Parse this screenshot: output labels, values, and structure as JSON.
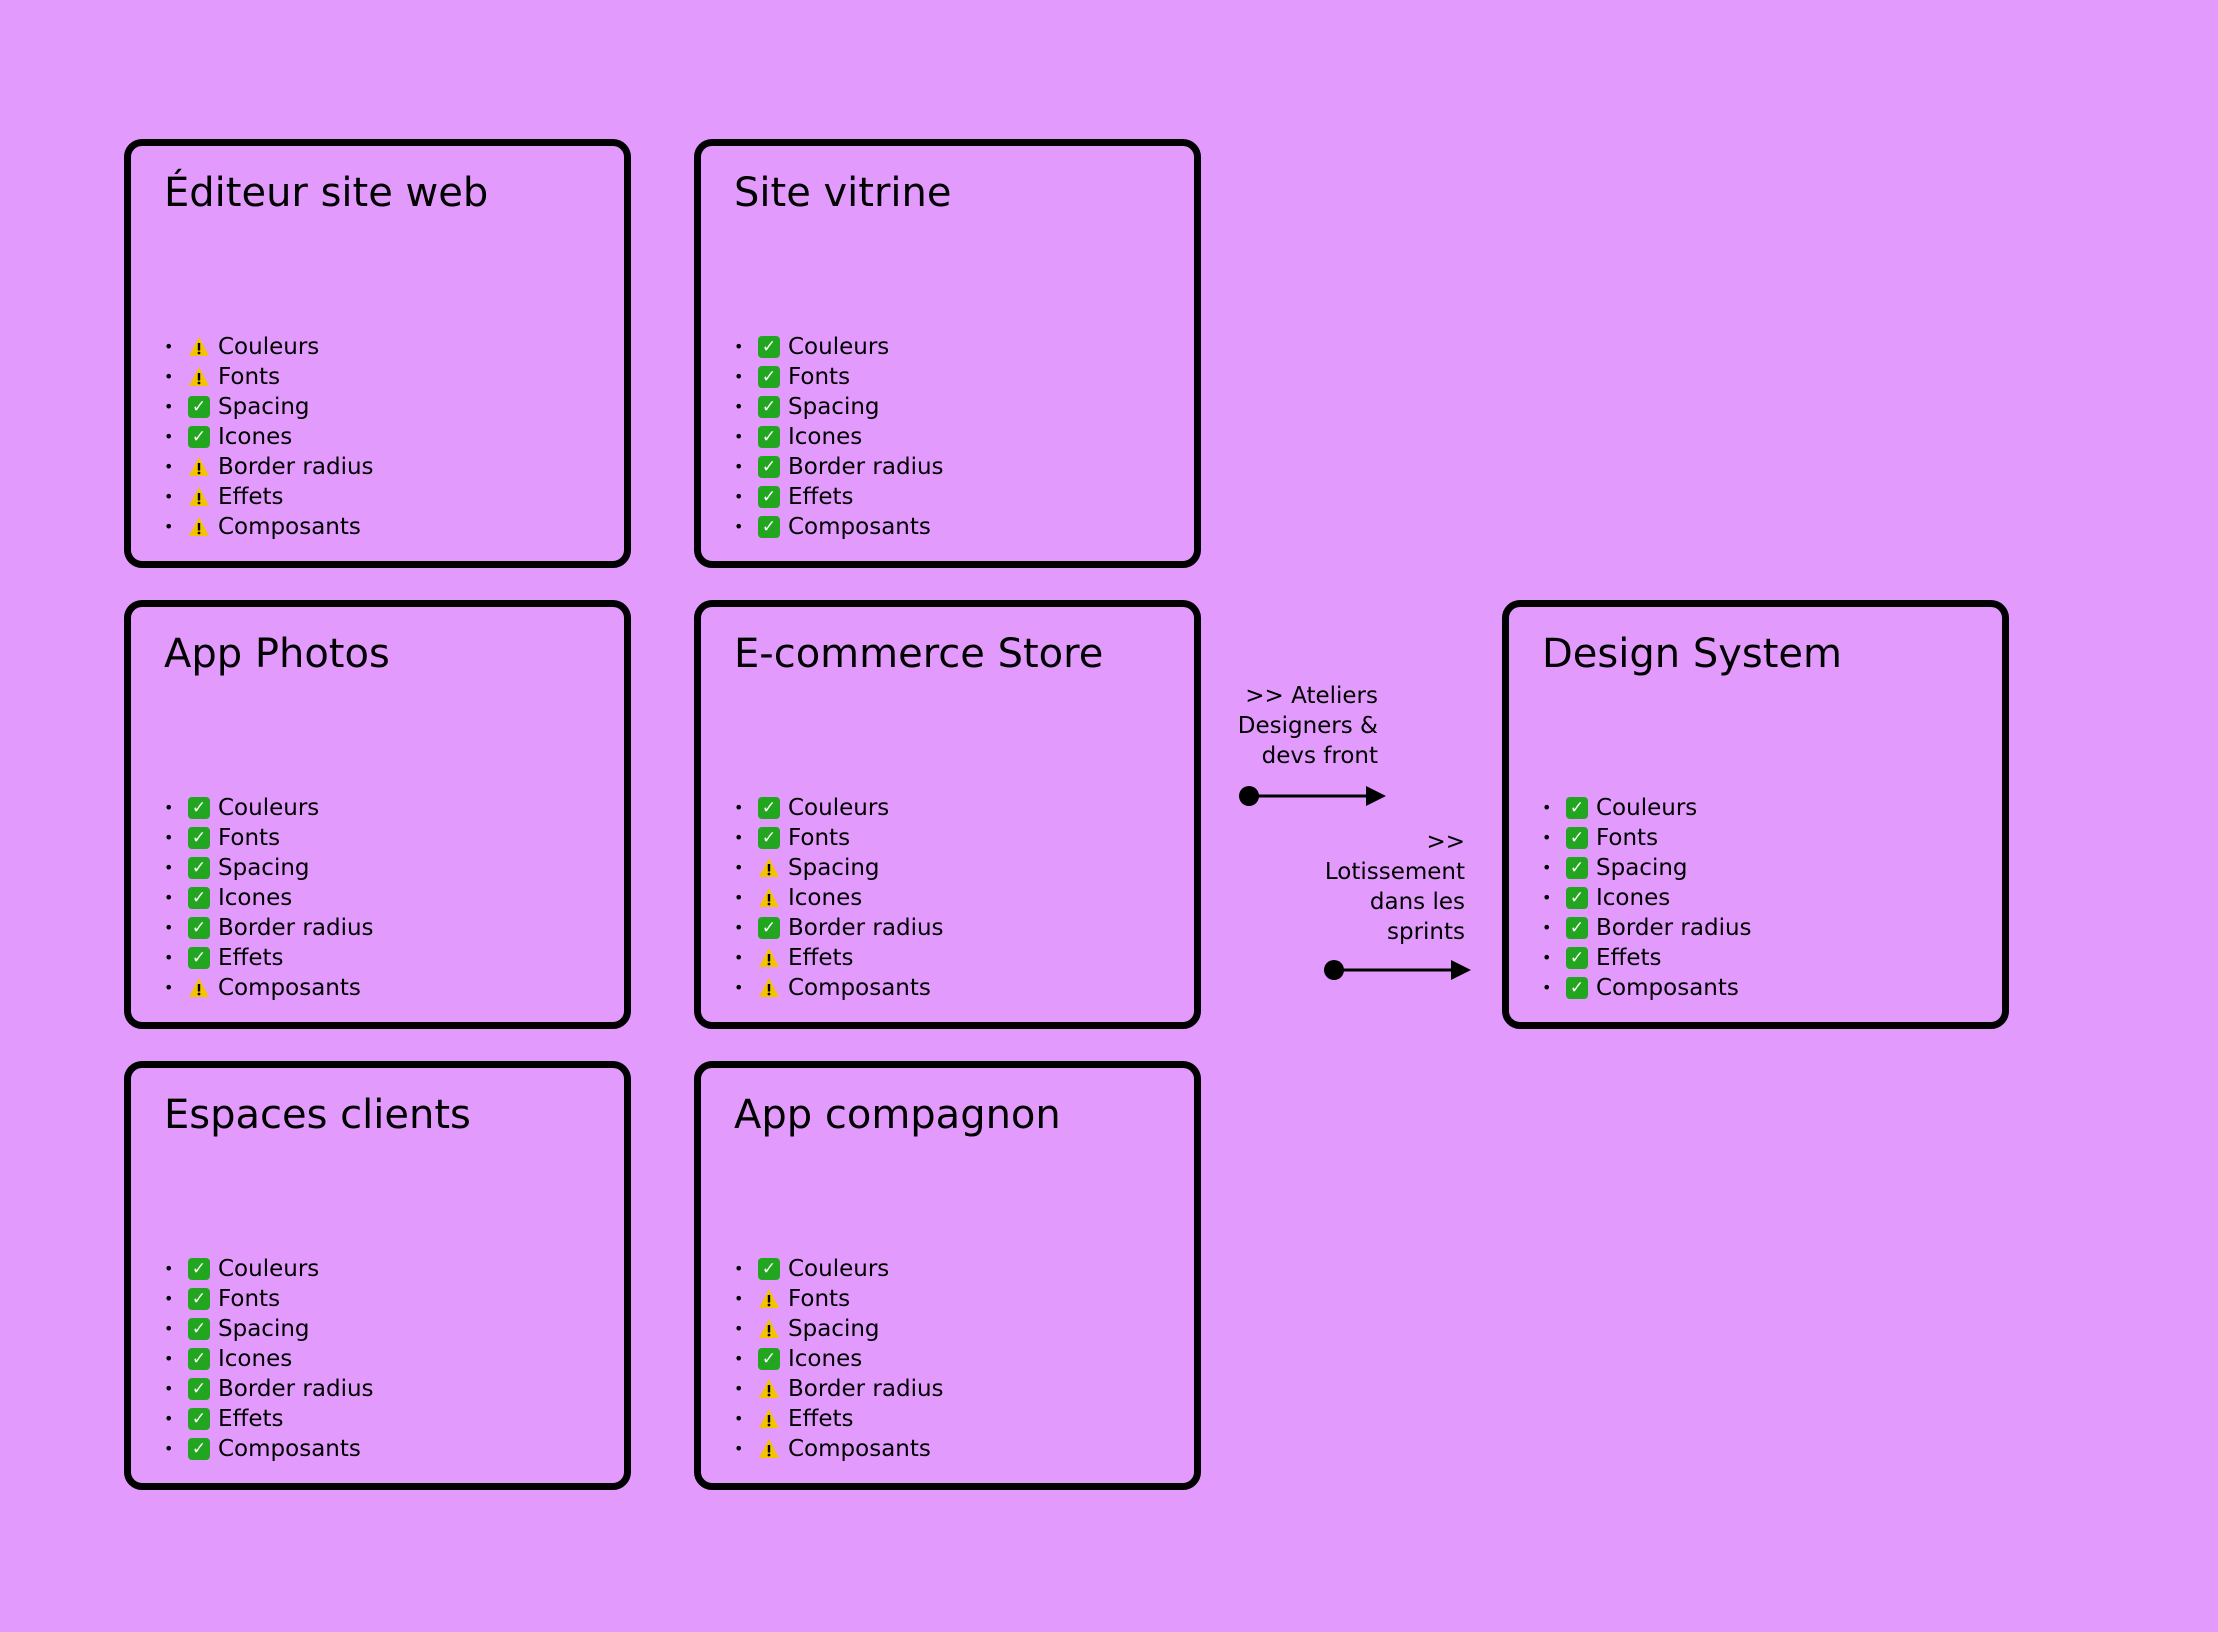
{
  "colors": {
    "background": "#e29bfd",
    "border": "#000000",
    "ok": "#22a51f",
    "warning": "#f4c300"
  },
  "icons": {
    "ok": "check-mark-icon",
    "warning": "warning-icon"
  },
  "cards": [
    {
      "title": "Éditeur site web",
      "items": [
        {
          "label": "Couleurs",
          "status": "warning"
        },
        {
          "label": "Fonts",
          "status": "warning"
        },
        {
          "label": "Spacing",
          "status": "ok"
        },
        {
          "label": "Icones",
          "status": "ok"
        },
        {
          "label": "Border radius",
          "status": "warning"
        },
        {
          "label": "Effets",
          "status": "warning"
        },
        {
          "label": "Composants",
          "status": "warning"
        }
      ]
    },
    {
      "title": "Site vitrine",
      "items": [
        {
          "label": "Couleurs",
          "status": "ok"
        },
        {
          "label": "Fonts",
          "status": "ok"
        },
        {
          "label": "Spacing",
          "status": "ok"
        },
        {
          "label": "Icones",
          "status": "ok"
        },
        {
          "label": "Border radius",
          "status": "ok"
        },
        {
          "label": "Effets",
          "status": "ok"
        },
        {
          "label": "Composants",
          "status": "ok"
        }
      ]
    },
    {
      "title": "App Photos",
      "items": [
        {
          "label": "Couleurs",
          "status": "ok"
        },
        {
          "label": "Fonts",
          "status": "ok"
        },
        {
          "label": "Spacing",
          "status": "ok"
        },
        {
          "label": "Icones",
          "status": "ok"
        },
        {
          "label": "Border radius",
          "status": "ok"
        },
        {
          "label": "Effets",
          "status": "ok"
        },
        {
          "label": "Composants",
          "status": "warning"
        }
      ]
    },
    {
      "title": "E-commerce Store",
      "items": [
        {
          "label": "Couleurs",
          "status": "ok"
        },
        {
          "label": "Fonts",
          "status": "ok"
        },
        {
          "label": "Spacing",
          "status": "warning"
        },
        {
          "label": "Icones",
          "status": "warning"
        },
        {
          "label": "Border radius",
          "status": "ok"
        },
        {
          "label": "Effets",
          "status": "warning"
        },
        {
          "label": "Composants",
          "status": "warning"
        }
      ]
    },
    {
      "title": "Design System",
      "items": [
        {
          "label": "Couleurs",
          "status": "ok"
        },
        {
          "label": "Fonts",
          "status": "ok"
        },
        {
          "label": "Spacing",
          "status": "ok"
        },
        {
          "label": "Icones",
          "status": "ok"
        },
        {
          "label": "Border radius",
          "status": "ok"
        },
        {
          "label": "Effets",
          "status": "ok"
        },
        {
          "label": "Composants",
          "status": "ok"
        }
      ]
    },
    {
      "title": "Espaces clients",
      "items": [
        {
          "label": "Couleurs",
          "status": "ok"
        },
        {
          "label": "Fonts",
          "status": "ok"
        },
        {
          "label": "Spacing",
          "status": "ok"
        },
        {
          "label": "Icones",
          "status": "ok"
        },
        {
          "label": "Border radius",
          "status": "ok"
        },
        {
          "label": "Effets",
          "status": "ok"
        },
        {
          "label": "Composants",
          "status": "ok"
        }
      ]
    },
    {
      "title": "App compagnon",
      "items": [
        {
          "label": "Couleurs",
          "status": "ok"
        },
        {
          "label": "Fonts",
          "status": "warning"
        },
        {
          "label": "Spacing",
          "status": "warning"
        },
        {
          "label": "Icones",
          "status": "ok"
        },
        {
          "label": "Border radius",
          "status": "warning"
        },
        {
          "label": "Effets",
          "status": "warning"
        },
        {
          "label": "Composants",
          "status": "warning"
        }
      ]
    }
  ],
  "notes": [
    {
      "text": ">> Ateliers\nDesigners &\ndevs front"
    },
    {
      "text": ">>\nLotissement\ndans les\nsprints"
    }
  ]
}
